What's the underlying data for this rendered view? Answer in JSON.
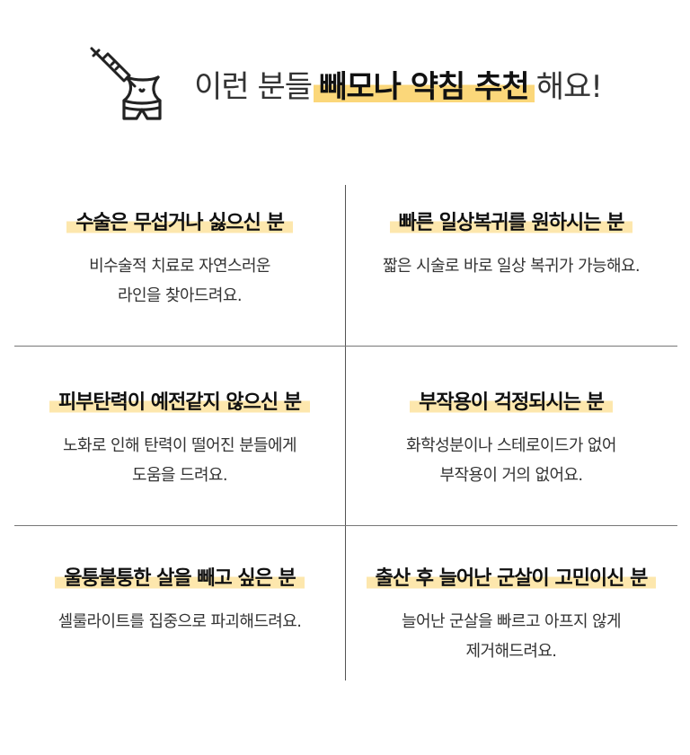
{
  "header": {
    "prefix": "이런 분들",
    "highlight": "빼모나 약침 추천",
    "suffix": "해요!"
  },
  "cells": [
    {
      "title": "수술은 무섭거나 싫으신 분",
      "lines": [
        "비수술적 치료로 자연스러운",
        "라인을 찾아드려요."
      ]
    },
    {
      "title": "빠른 일상복귀를 원하시는 분",
      "lines": [
        "짧은 시술로 바로 일상 복귀가 가능해요."
      ]
    },
    {
      "title": "피부탄력이 예전같지 않으신 분",
      "lines": [
        "노화로 인해 탄력이 떨어진 분들에게",
        "도움을 드려요."
      ]
    },
    {
      "title": "부작용이 걱정되시는 분",
      "lines": [
        "화학성분이나 스테로이드가 없어",
        "부작용이 거의 없어요."
      ]
    },
    {
      "title": "울퉁불퉁한 살을 빼고 싶은 분",
      "lines": [
        "셀룰라이트를 집중으로 파괴해드려요."
      ]
    },
    {
      "title": "출산 후 늘어난 군살이 고민이신 분",
      "lines": [
        "늘어난 군살을 빠르고 아프지 않게",
        "제거해드려요."
      ]
    }
  ],
  "colors": {
    "highlight": "#fbd77a",
    "cell_highlight": "#fde7ad"
  },
  "icons": {
    "header": "syringe-waist-icon"
  }
}
